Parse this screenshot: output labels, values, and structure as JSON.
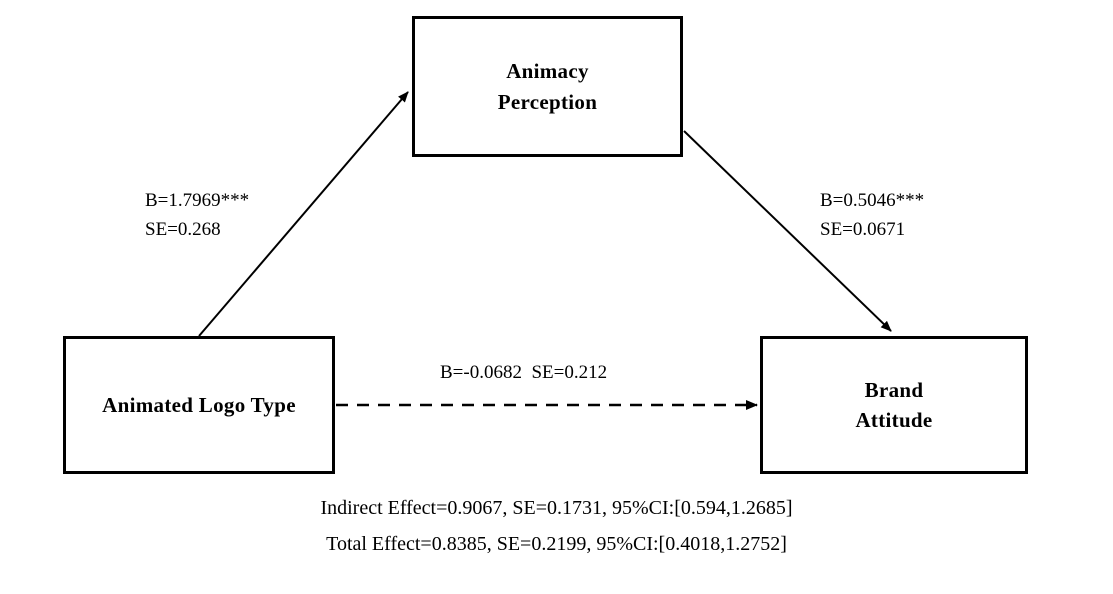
{
  "diagram": {
    "type": "mediation-model",
    "nodes": [
      {
        "id": "animacy",
        "label": "Animacy\nPerception"
      },
      {
        "id": "logotype",
        "label": "Animated Logo Type"
      },
      {
        "id": "brand",
        "label": "Brand\nAttitude"
      }
    ],
    "paths": {
      "a_path": {
        "from": "Animated Logo Type",
        "to": "Animacy Perception",
        "style": "solid",
        "coefficient": "B=1.7969***",
        "standard_error": "SE=0.268",
        "label": "B=1.7969***\nSE=0.268"
      },
      "b_path": {
        "from": "Animacy Perception",
        "to": "Brand Attitude",
        "style": "solid",
        "coefficient": "B=0.5046***",
        "standard_error": "SE=0.0671",
        "label": "B=0.5046***\nSE=0.0671"
      },
      "direct_path": {
        "from": "Animated Logo Type",
        "to": "Brand Attitude",
        "style": "dashed",
        "coefficient": "B=-0.0682",
        "standard_error": "SE=0.212",
        "label": "B=-0.0682  SE=0.212"
      }
    },
    "captions": {
      "indirect_effect": "Indirect Effect=0.9067, SE=0.1731, 95%CI:[0.594,1.2685]",
      "total_effect": "Total Effect=0.8385, SE=0.2199, 95%CI:[0.4018,1.2752]"
    },
    "colors": {
      "stroke": "#000000",
      "background": "#ffffff",
      "text": "#000000"
    }
  }
}
